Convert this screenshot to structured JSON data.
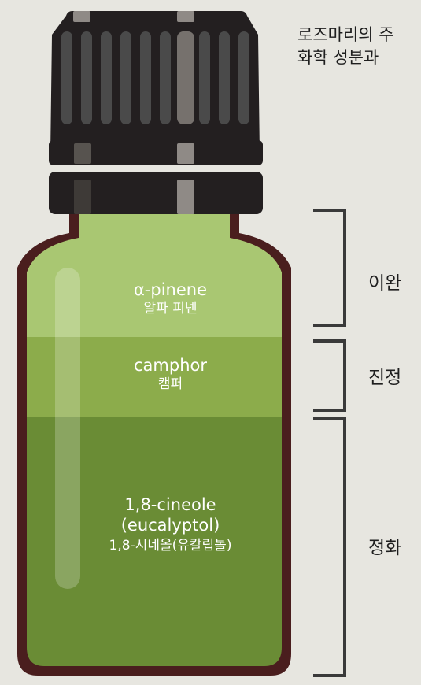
{
  "caption": {
    "line1": "로즈마리의 주",
    "line2": "화학 성분과"
  },
  "layers": [
    {
      "name_en": "α-pinene",
      "name_ko": "알파 피넨",
      "effect": "이완"
    },
    {
      "name_en": "camphor",
      "name_ko": "캠퍼",
      "effect": "진정"
    },
    {
      "name_en": "1,8-cineole",
      "name_en_2": "(eucalyptol)",
      "name_ko": "1,8-시네올(유칼립톨)",
      "effect": "정화"
    }
  ],
  "colors": {
    "background": "#e7e6e0",
    "cap": "#231f20",
    "cap_highlight": "#4a4a4a",
    "glass_outline": "#4a1e1e",
    "layer_alpha_pinene": "#a9c772",
    "layer_camphor": "#8cac4b",
    "layer_cineole": "#6a8c35",
    "bracket": "#3a3a3a"
  }
}
